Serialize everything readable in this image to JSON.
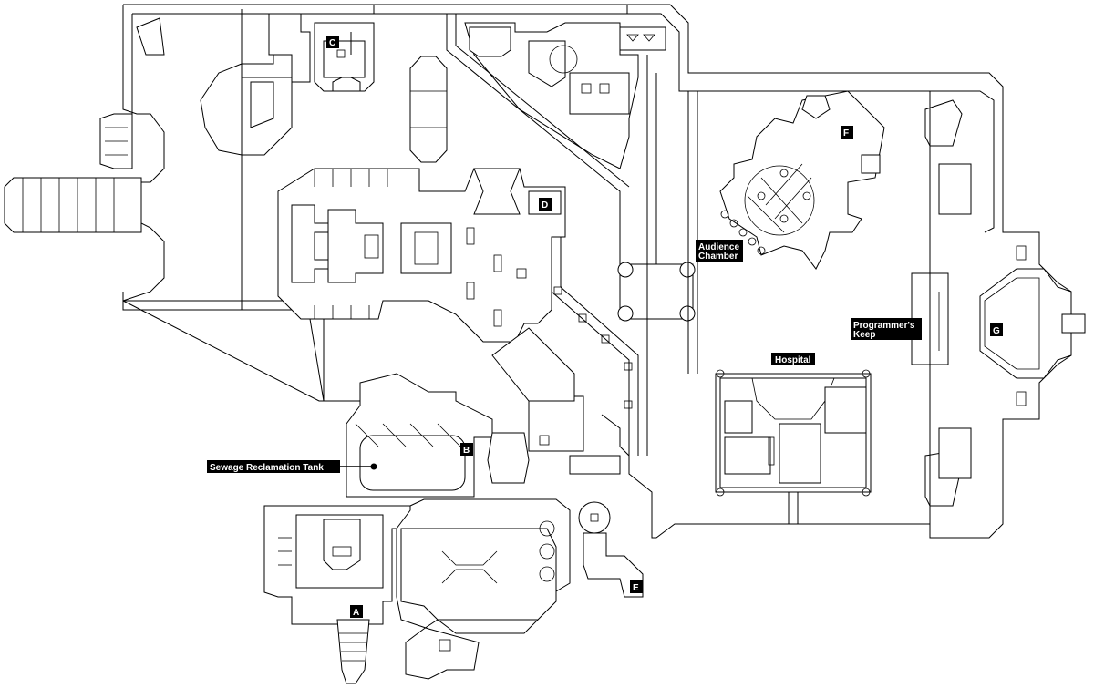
{
  "map": {
    "markers": [
      "A",
      "B",
      "C",
      "D",
      "E",
      "F",
      "G"
    ],
    "areas": {
      "sewage": "Sewage Reclamation Tank",
      "hospital": "Hospital",
      "audience_line1": "Audience",
      "audience_line2": "Chamber",
      "keep_line1": "Programmer's",
      "keep_line2": "Keep"
    }
  }
}
